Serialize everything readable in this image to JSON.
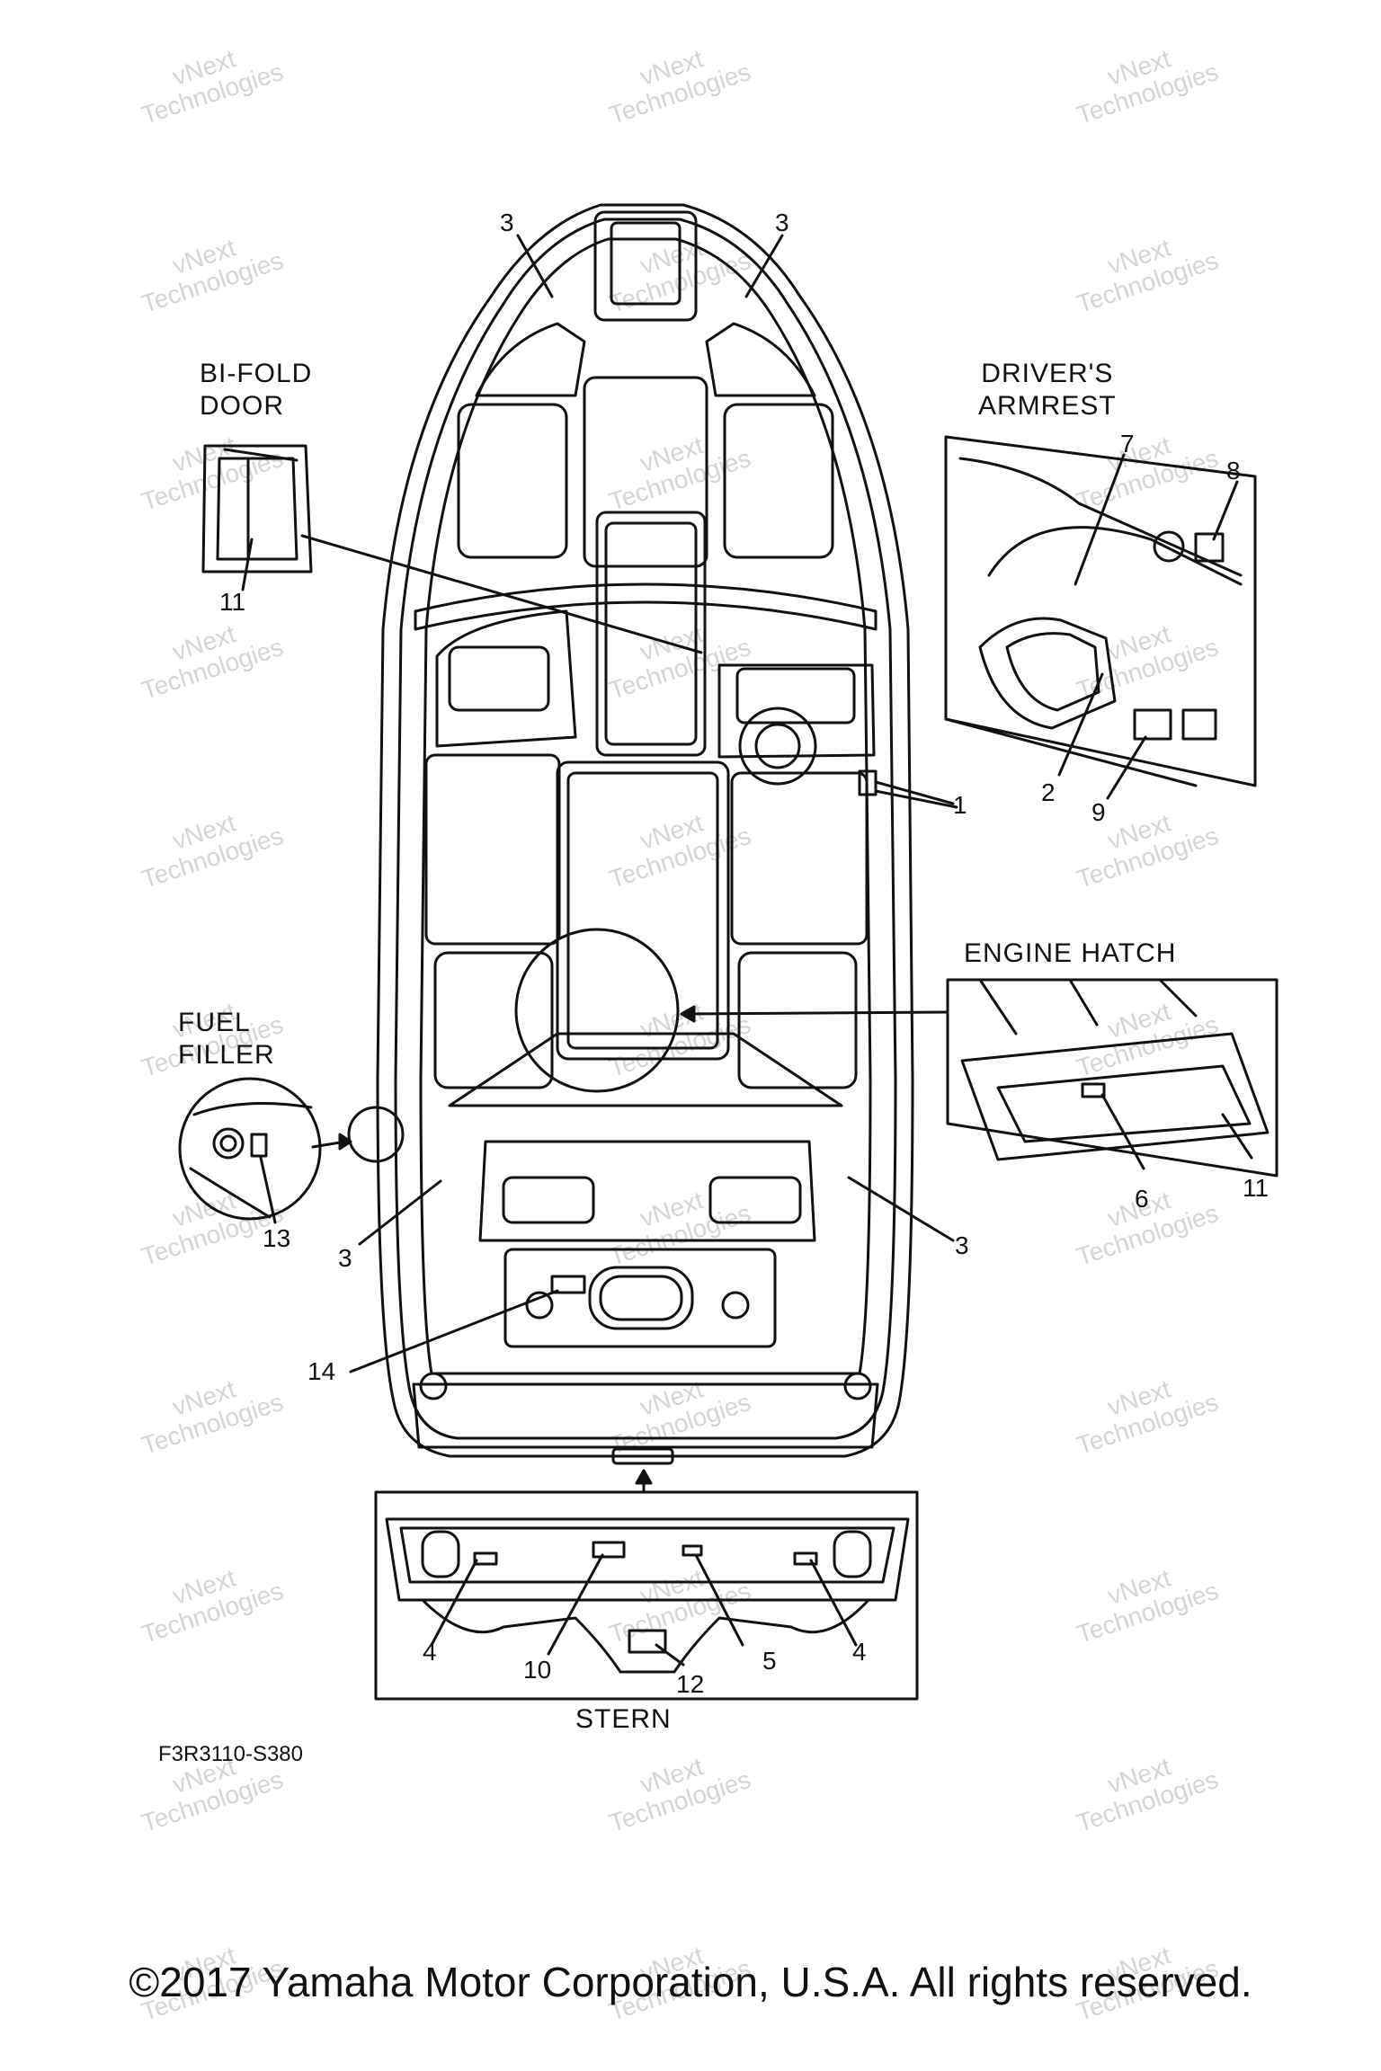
{
  "watermark": {
    "line1": "vNext",
    "line2": "Technologies"
  },
  "labels": {
    "bi_fold_door": "BI-FOLD DOOR",
    "bi_fold_line1": "BI-FOLD",
    "bi_fold_line2": "DOOR",
    "drivers_line1": "DRIVER'S",
    "drivers_line2": "ARMREST",
    "engine_hatch": "ENGINE HATCH",
    "fuel_line1": "FUEL",
    "fuel_line2": "FILLER",
    "stern": "STERN"
  },
  "callouts": {
    "c3a": "3",
    "c3b": "3",
    "c3c": "3",
    "c3d": "3",
    "c11a": "11",
    "c7": "7",
    "c8": "8",
    "c1": "1",
    "c2": "2",
    "c9": "9",
    "c6": "6",
    "c11b": "11",
    "c13": "13",
    "c14": "14",
    "c4a": "4",
    "c10": "10",
    "c12": "12",
    "c5": "5",
    "c4b": "4"
  },
  "part_code": "F3R3110-S380",
  "copyright": "©2017 Yamaha Motor Corporation, U.S.A. All rights reserved."
}
